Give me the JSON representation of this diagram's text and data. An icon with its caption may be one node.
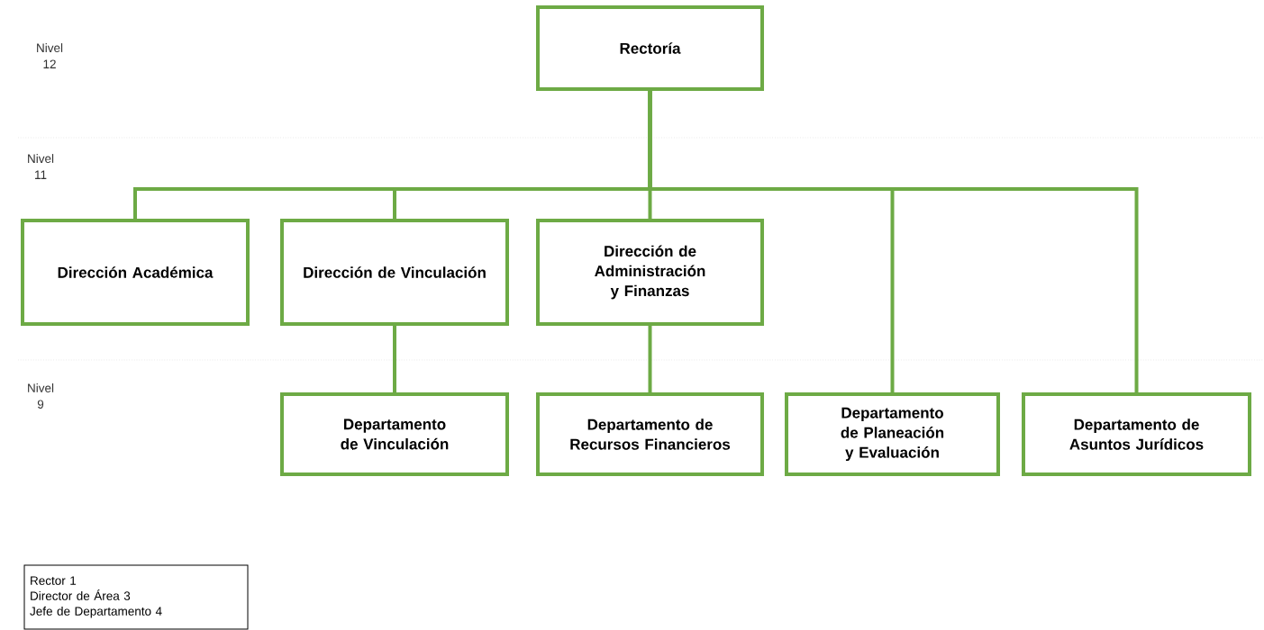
{
  "diagram": {
    "nodes": [
      {
        "text": [
          "Rectoría"
        ]
      },
      {
        "text": [
          "Dirección Académica"
        ]
      },
      {
        "text": [
          "Dirección de Vinculación"
        ]
      },
      {
        "text": [
          "Dirección de Administración y Finanzas"
        ]
      },
      {
        "text": [
          "Departamento de Vinculación"
        ]
      },
      {
        "text": [
          "Departamento de Recursos Financieros"
        ]
      },
      {
        "text": [
          "Departamento de Planeación y Evaluación"
        ]
      },
      {
        "text": [
          "Departamento de Asuntos Jurídicos"
        ]
      },
      {
        "text": [
          "Rector 1",
          "Director de Área 3",
          "Jefe de Departamento 4"
        ]
      }
    ],
    "edges": [
      {
        "from": 0,
        "to": 1,
        "arrow": "none"
      },
      {
        "from": 0,
        "to": 2,
        "arrow": "none"
      },
      {
        "from": 0,
        "to": 3,
        "arrow": "none"
      },
      {
        "from": 0,
        "to": 6,
        "arrow": "none"
      },
      {
        "from": 0,
        "to": 7,
        "arrow": "none"
      },
      {
        "from": 2,
        "to": 4,
        "arrow": "none"
      },
      {
        "from": 3,
        "to": 5,
        "arrow": "none"
      }
    ],
    "labels": [
      "Nivel 12",
      "Nivel 11",
      "Nivel 9"
    ]
  }
}
